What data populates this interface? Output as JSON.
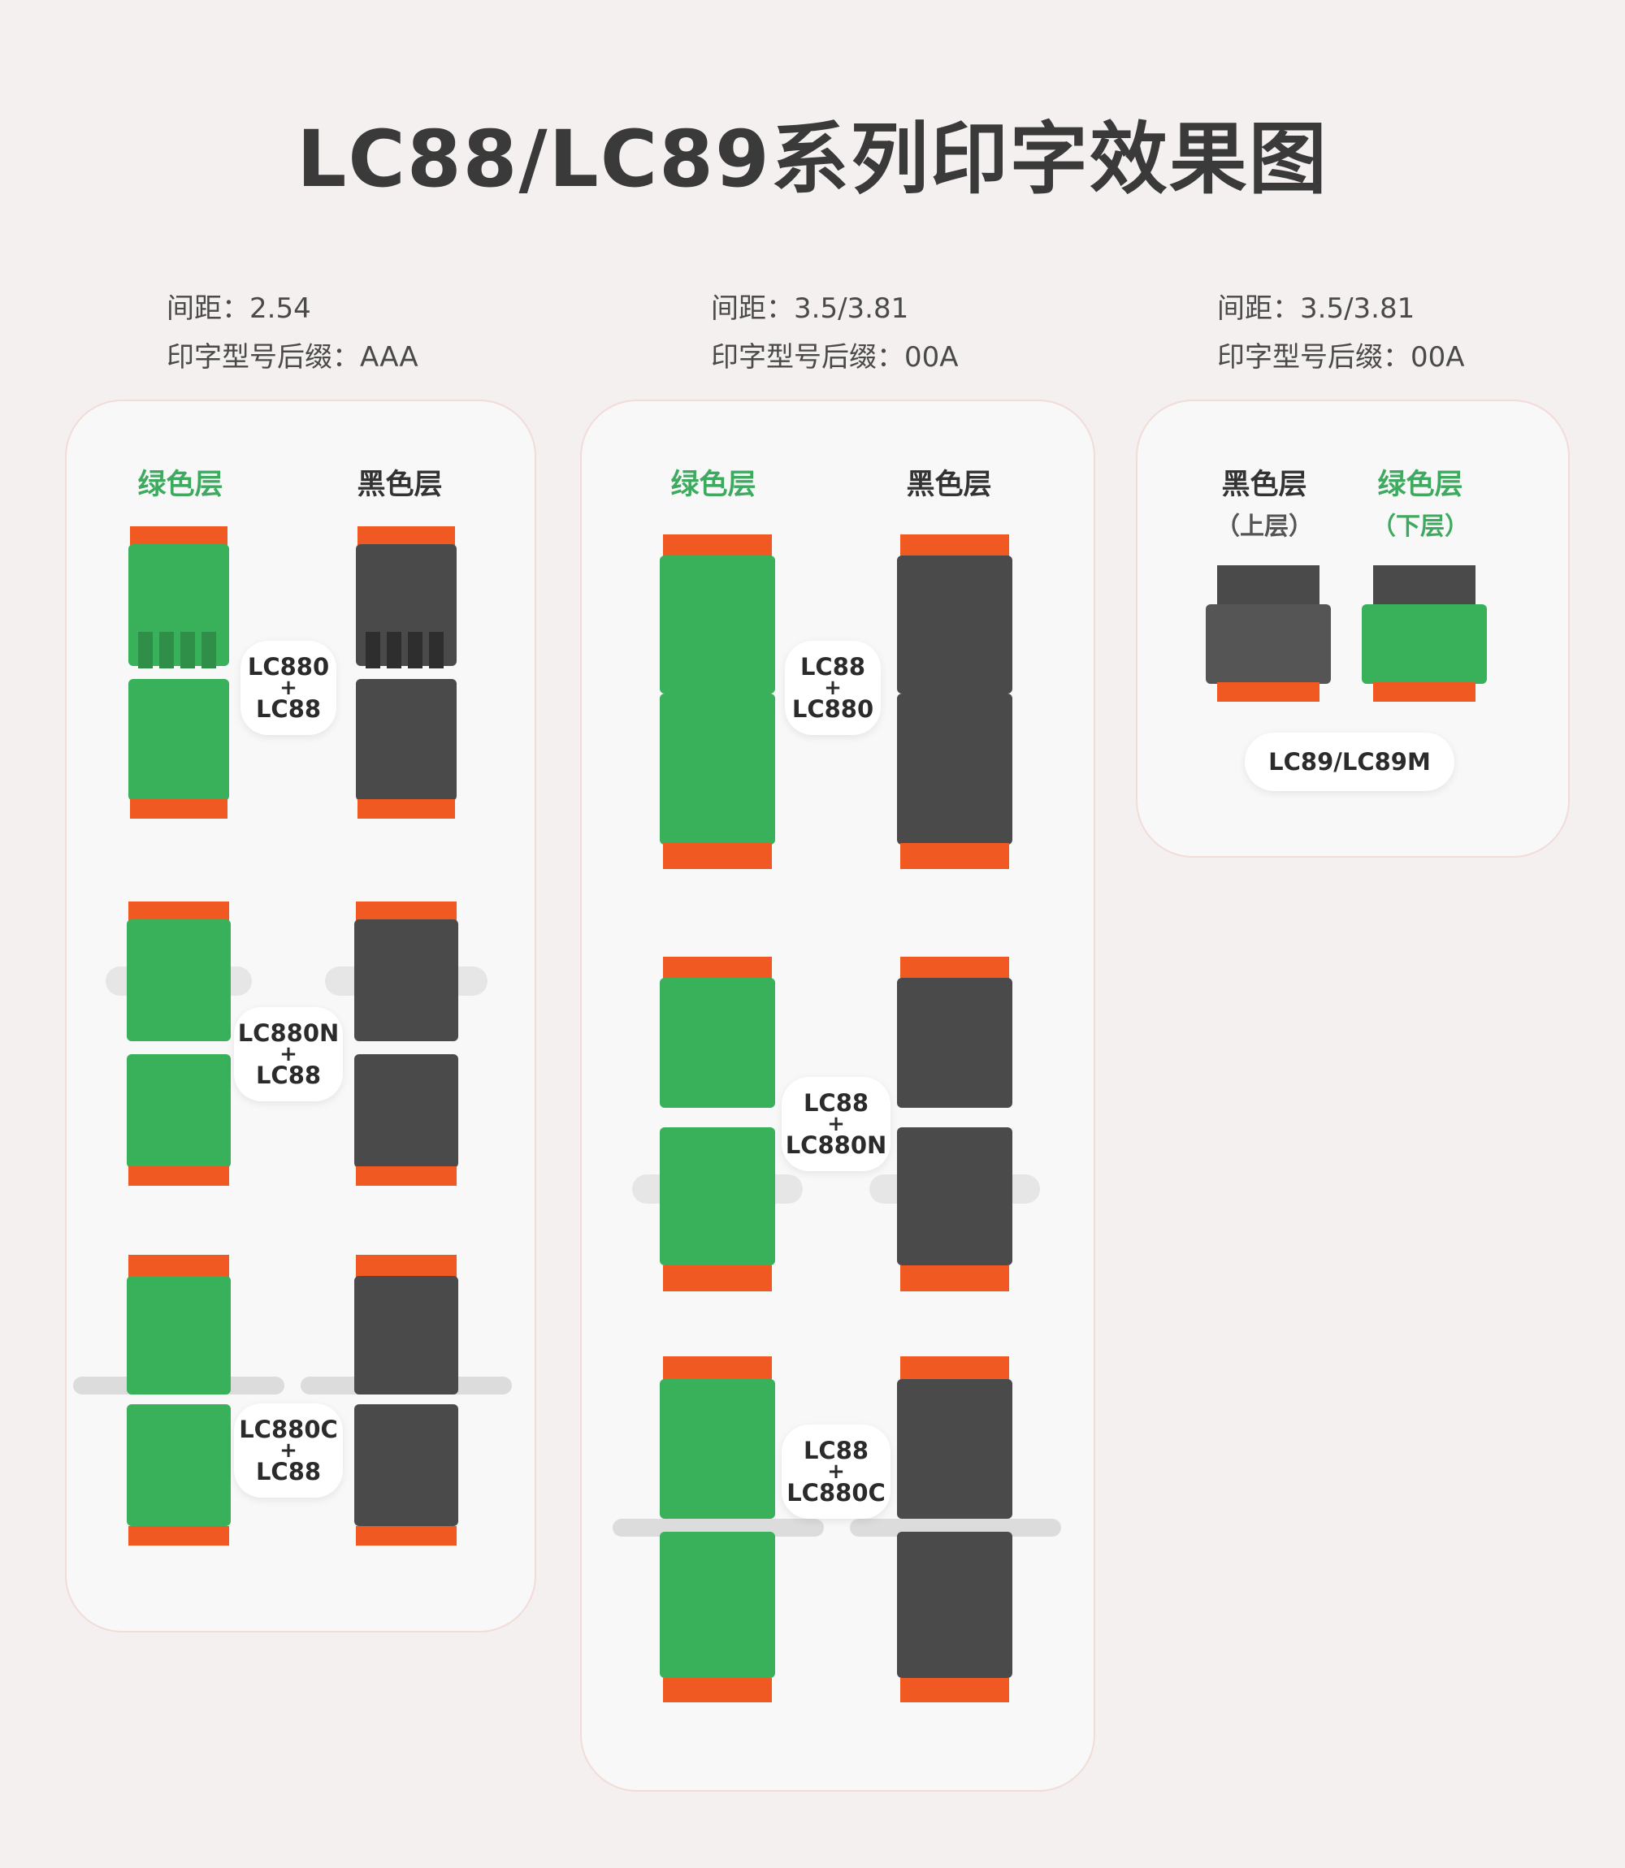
{
  "title": "LC88/LC89系列印字效果图",
  "columns": [
    {
      "spacing_label": "间距：2.54",
      "suffix_label": "印字型号后缀：AAA",
      "layers": [
        "绿色层",
        "黑色层"
      ],
      "groups": [
        {
          "line1": "LC880",
          "plus": "+",
          "line2": "LC88"
        },
        {
          "line1": "LC880N",
          "plus": "+",
          "line2": "LC88"
        },
        {
          "line1": "LC880C",
          "plus": "+",
          "line2": "LC88"
        }
      ]
    },
    {
      "spacing_label": "间距：3.5/3.81",
      "suffix_label": "印字型号后缀：00A",
      "layers": [
        "绿色层",
        "黑色层"
      ],
      "groups": [
        {
          "line1": "LC88",
          "plus": "+",
          "line2": "LC880"
        },
        {
          "line1": "LC88",
          "plus": "+",
          "line2": "LC880N"
        },
        {
          "line1": "LC88",
          "plus": "+",
          "line2": "LC880C"
        }
      ]
    },
    {
      "spacing_label": "间距：3.5/3.81",
      "suffix_label": "印字型号后缀：00A",
      "layers": [
        {
          "name": "黑色层",
          "sub": "（上层）"
        },
        {
          "name": "绿色层",
          "sub": "（下层）"
        }
      ],
      "model": "LC89/LC89M"
    }
  ],
  "colors": {
    "green_body": "#39b05a",
    "black_body": "#4a4a4a",
    "orange_lever": "#f05a22",
    "green_text": "#3eaa5f"
  }
}
